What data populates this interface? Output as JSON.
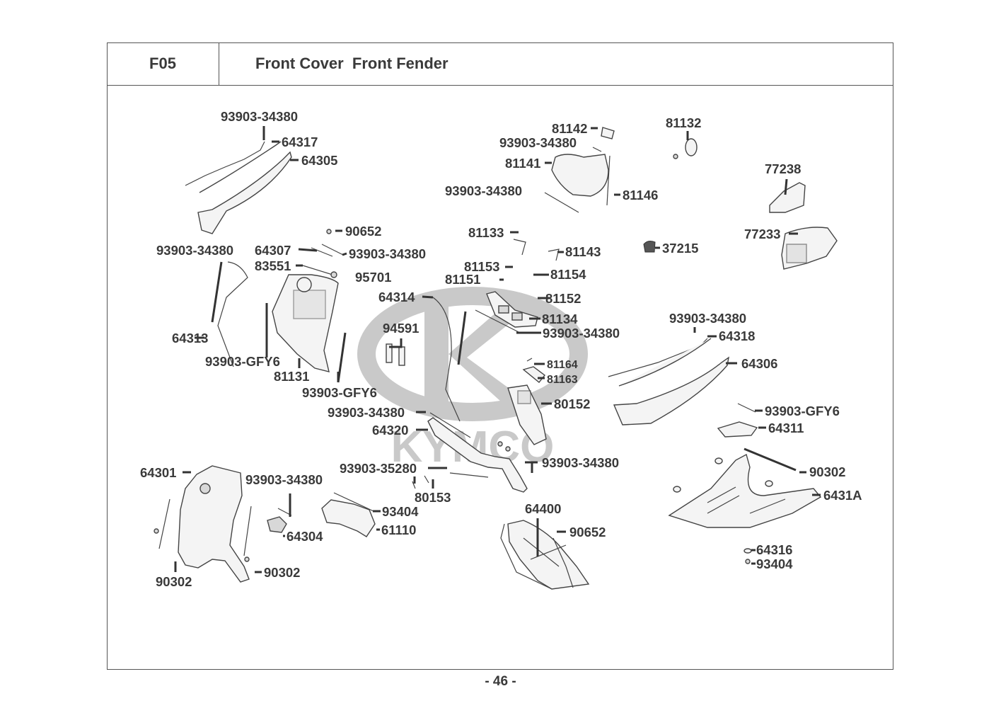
{
  "header": {
    "section_code": "F05",
    "title": "Front Cover  Front Fender"
  },
  "footer": {
    "page_number": "- 46 -"
  },
  "watermark": {
    "brand": "KYMCO",
    "color": "#c9c9c9"
  },
  "callouts": [
    {
      "id": "c1",
      "part": "93903-34380"
    },
    {
      "id": "c2",
      "part": "64317"
    },
    {
      "id": "c3",
      "part": "64305"
    },
    {
      "id": "c4",
      "part": "90652"
    },
    {
      "id": "c5",
      "part": "64307"
    },
    {
      "id": "c6",
      "part": "93903-34380"
    },
    {
      "id": "c7",
      "part": "93903-34380"
    },
    {
      "id": "c8",
      "part": "83551"
    },
    {
      "id": "c9",
      "part": "95701"
    },
    {
      "id": "c10",
      "part": "64313"
    },
    {
      "id": "c11",
      "part": "93903-GFY6"
    },
    {
      "id": "c12",
      "part": "81131"
    },
    {
      "id": "c13",
      "part": "93903-GFY6"
    },
    {
      "id": "c14",
      "part": "64314"
    },
    {
      "id": "c15",
      "part": "94591"
    },
    {
      "id": "c16",
      "part": "81142"
    },
    {
      "id": "c17",
      "part": "93903-34380"
    },
    {
      "id": "c18",
      "part": "81141"
    },
    {
      "id": "c19",
      "part": "93903-34380"
    },
    {
      "id": "c20",
      "part": "81146"
    },
    {
      "id": "c21",
      "part": "81132"
    },
    {
      "id": "c22",
      "part": "77238"
    },
    {
      "id": "c23",
      "part": "77233"
    },
    {
      "id": "c24",
      "part": "37215"
    },
    {
      "id": "c25",
      "part": "81133"
    },
    {
      "id": "c26",
      "part": "81143"
    },
    {
      "id": "c27",
      "part": "81153"
    },
    {
      "id": "c28",
      "part": "81154"
    },
    {
      "id": "c29",
      "part": "81151"
    },
    {
      "id": "c30",
      "part": "81152"
    },
    {
      "id": "c31",
      "part": "81134"
    },
    {
      "id": "c32",
      "part": "93903-34380"
    },
    {
      "id": "c33",
      "part": "93903-34380"
    },
    {
      "id": "c34",
      "part": "64318"
    },
    {
      "id": "c35",
      "part": "64306"
    },
    {
      "id": "c36",
      "part": "93903-GFY6"
    },
    {
      "id": "c37",
      "part": "64311"
    },
    {
      "id": "c38",
      "part": "90302"
    },
    {
      "id": "c39",
      "part": "6431A"
    },
    {
      "id": "c40",
      "part": "64316"
    },
    {
      "id": "c41",
      "part": "93404"
    },
    {
      "id": "c42",
      "part": "81164"
    },
    {
      "id": "c43",
      "part": "81163"
    },
    {
      "id": "c44",
      "part": "80152"
    },
    {
      "id": "c45",
      "part": "93903-34380"
    },
    {
      "id": "c46",
      "part": "64320"
    },
    {
      "id": "c47",
      "part": "93903-35280"
    },
    {
      "id": "c48",
      "part": "80153"
    },
    {
      "id": "c49",
      "part": "93903-34380"
    },
    {
      "id": "c50",
      "part": "64301"
    },
    {
      "id": "c51",
      "part": "93903-34380"
    },
    {
      "id": "c52",
      "part": "93404"
    },
    {
      "id": "c53",
      "part": "61110"
    },
    {
      "id": "c54",
      "part": "64304"
    },
    {
      "id": "c55",
      "part": "90302"
    },
    {
      "id": "c56",
      "part": "90302"
    },
    {
      "id": "c57",
      "part": "64400"
    },
    {
      "id": "c58",
      "part": "90652"
    }
  ]
}
